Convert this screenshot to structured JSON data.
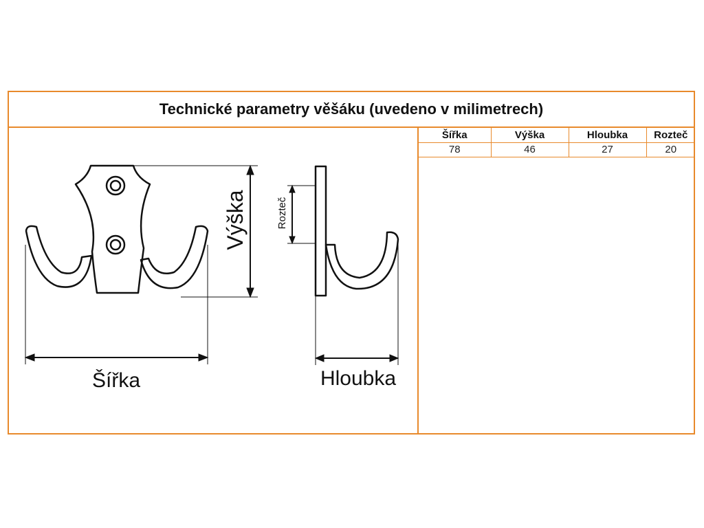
{
  "title": "Technické parametry věšáku (uvedeno v milimetrech)",
  "table": {
    "headers": [
      "Šířka",
      "Výška",
      "Hloubka",
      "Rozteč"
    ],
    "values": [
      "78",
      "46",
      "27",
      "20"
    ]
  },
  "diagram_labels": {
    "width": "Šířka",
    "height": "Výška",
    "pitch": "Rozteč",
    "depth": "Hloubka"
  },
  "colors": {
    "accent": "#e8892b",
    "line": "#111111"
  }
}
